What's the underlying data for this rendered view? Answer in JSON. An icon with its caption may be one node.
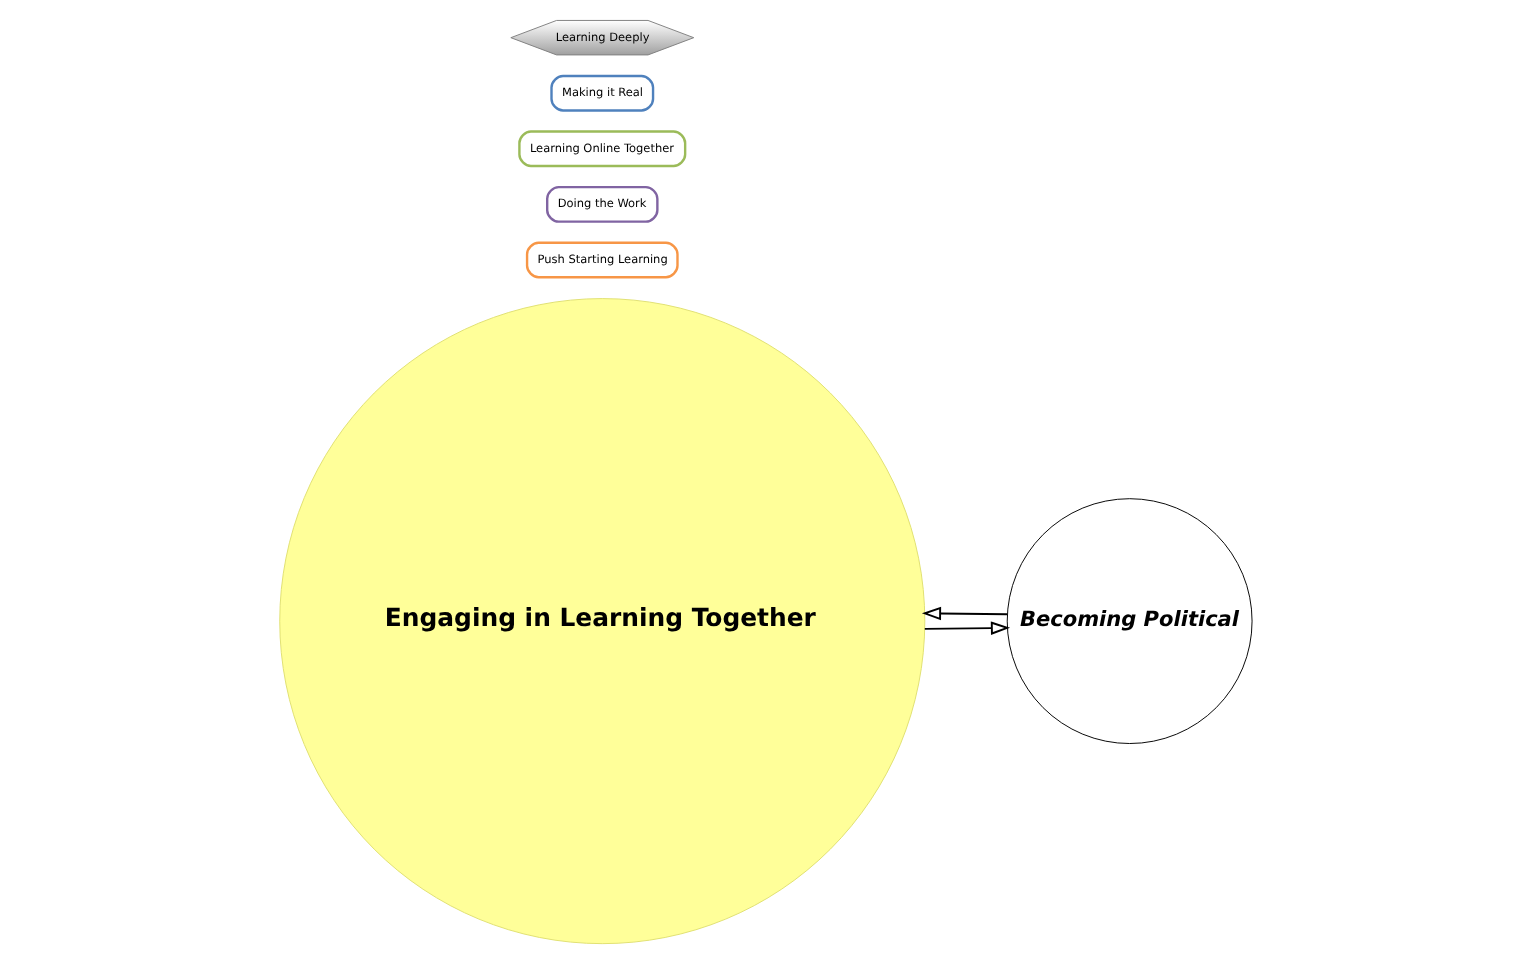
{
  "diagram": {
    "nodes": [
      {
        "text": [
          "Engaging in Learning Together"
        ]
      },
      {
        "text": [
          "Push Starting Learning"
        ]
      },
      {
        "text": [
          "Doing the Work"
        ]
      },
      {
        "text": [
          "Learning Online Together"
        ]
      },
      {
        "text": [
          "Making it Real"
        ]
      },
      {
        "text": [
          "Learning Deeply"
        ]
      },
      {
        "text": [
          "Becoming Political"
        ]
      }
    ],
    "edges": [
      {
        "from": 0,
        "to": 6,
        "arrow": "to"
      },
      {
        "from": 6,
        "to": 0,
        "arrow": "to"
      }
    ]
  }
}
